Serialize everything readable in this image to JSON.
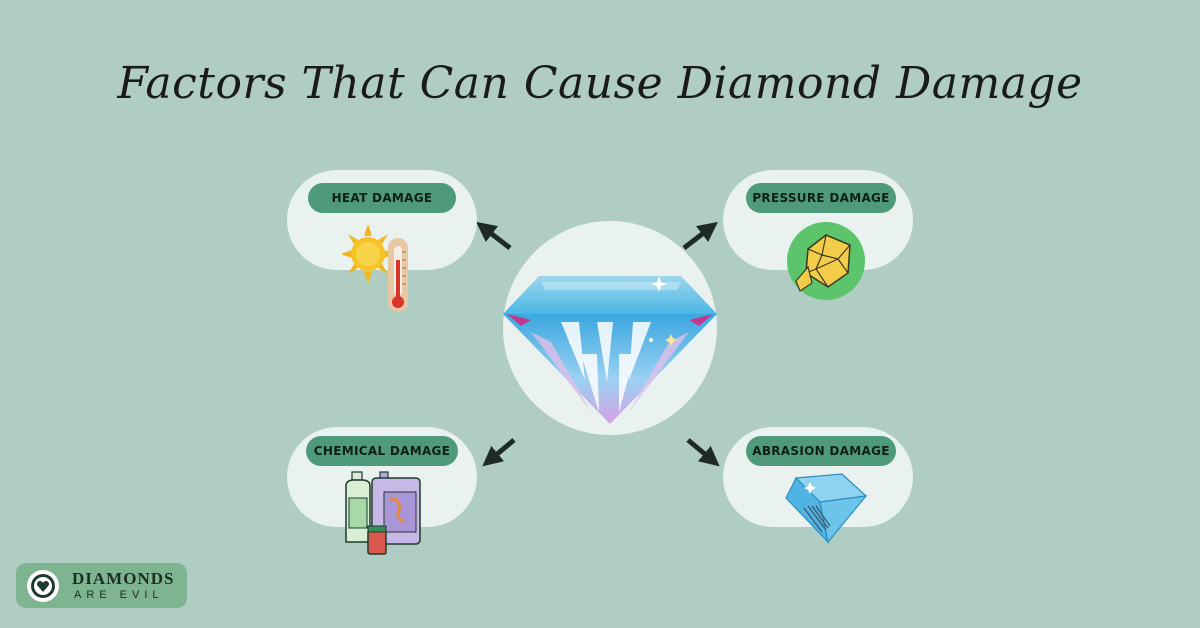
{
  "title": "Factors That Can Cause Diamond Damage",
  "factors": {
    "heat": {
      "label": "HEAT DAMAGE",
      "icon": "sun-thermometer-icon"
    },
    "pressure": {
      "label": "PRESSURE DAMAGE",
      "icon": "cracked-diamond-icon"
    },
    "chemical": {
      "label": "CHEMICAL DAMAGE",
      "icon": "chemical-bottles-icon"
    },
    "abrasion": {
      "label": "ABRASION DAMAGE",
      "icon": "scratched-diamond-icon"
    }
  },
  "center": {
    "icon": "diamond-icon"
  },
  "logo": {
    "line1": "DIAMONDS",
    "line2": "ARE EVIL"
  },
  "colors": {
    "background": "#b0cdc3",
    "card": "#e9f2ee",
    "label_pill": "#4f9a7a",
    "logo_bg": "#7fb491"
  }
}
